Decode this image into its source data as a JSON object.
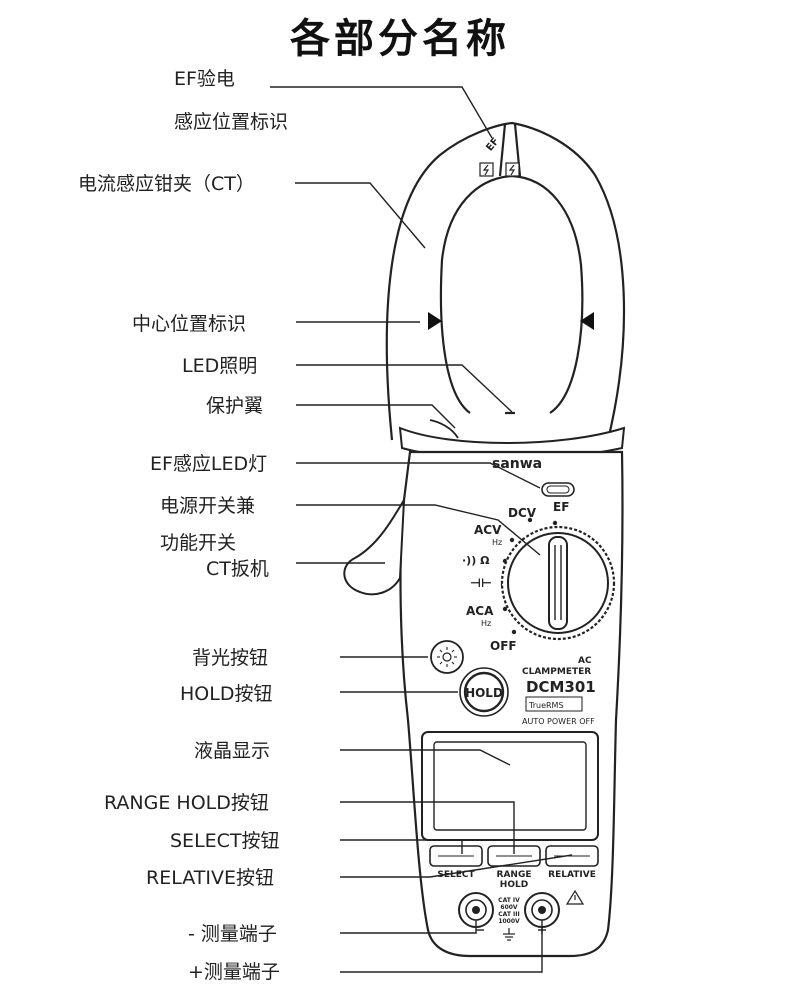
{
  "title": "各部分名称",
  "device": {
    "brand": "sanwa",
    "ef_mark": "EF",
    "dial": {
      "dcv": "DCV",
      "ef": "EF",
      "acv": "ACV",
      "hz1": "Hz",
      "ohm": "·)) Ω",
      "cap": "⊣⊢",
      "aca": "ACA",
      "hz2": "Hz",
      "off": "OFF"
    },
    "ac": "AC",
    "clampmeter": "CLAMPMETER",
    "model": "DCM301",
    "truerms": "TrueRMS",
    "auto_power_off": "AUTO POWER OFF",
    "hold_button": "HOLD",
    "buttons": {
      "select": "SELECT",
      "range1": "RANGE",
      "range2": "HOLD",
      "relative": "RELATIVE"
    },
    "cat": [
      "CAT IV",
      "600V",
      "CAT III",
      "1000V"
    ]
  },
  "labels": [
    "EF验电",
    "感应位置标识",
    "电流感应钳夹（CT）",
    "中心位置标识",
    "LED照明",
    "保护翼",
    "EF感应LED灯",
    "电源开关兼",
    "功能开关",
    "CT扳机",
    "背光按钮",
    "HOLD按钮",
    "液晶显示",
    "RANGE HOLD按钮",
    "SELECT按钮",
    "RELATIVE按钮",
    "- 测量端子",
    "+测量端子"
  ]
}
